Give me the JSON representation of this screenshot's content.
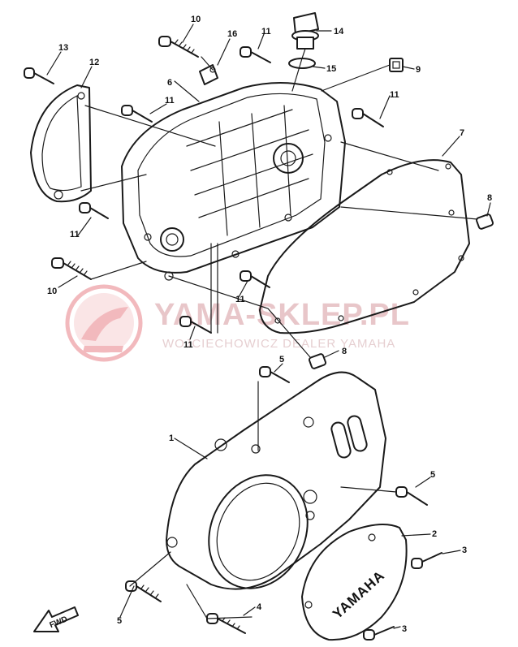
{
  "watermark": {
    "brand": "YAMA-SKLEP.PL",
    "tagline": "WOJCIECHOWICZ DEALER YAMAHA",
    "color": "#e8c6c9"
  },
  "cover_emblem": "YAMAHA",
  "direction_marker": "FWD",
  "callouts": {
    "c1": "1",
    "c2": "2",
    "c3a": "3",
    "c3b": "3",
    "c4": "4",
    "c5a": "5",
    "c5b": "5",
    "c5c": "5",
    "c6": "6",
    "c7": "7",
    "c8a": "8",
    "c8b": "8",
    "c9": "9",
    "c10a": "10",
    "c10b": "10",
    "c11a": "11",
    "c11b": "11",
    "c11c": "11",
    "c11d": "11",
    "c11e": "11",
    "c11f": "11",
    "c12": "12",
    "c13": "13",
    "c14": "14",
    "c15": "15",
    "c16": "16"
  }
}
